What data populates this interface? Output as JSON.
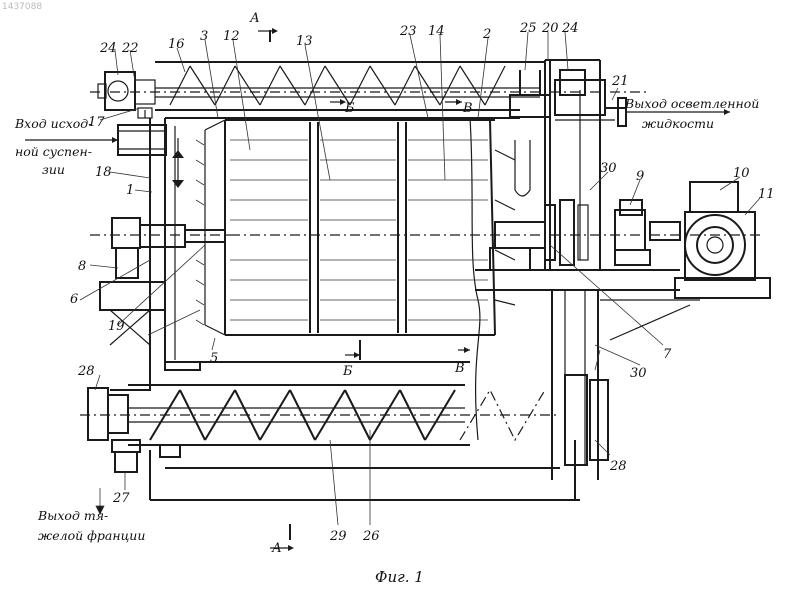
{
  "watermark": "1437088",
  "caption": "Фиг. 1",
  "inlet_label": {
    "line1": "Вход исход-",
    "line2": "ной суспен-",
    "line3": "зии"
  },
  "outlet_clear_label": {
    "line1": "Выход осветленной",
    "line2": "жидкости"
  },
  "outlet_heavy_label": {
    "line1": "Выход тя-",
    "line2": "желой франции"
  },
  "section_marks": {
    "a": "А",
    "b": "Б",
    "v": "В"
  },
  "numbers": {
    "n1": "1",
    "n2": "2",
    "n3": "3",
    "n5": "5",
    "n5b": "5",
    "n6": "6",
    "n7": "7",
    "n8": "8",
    "n9": "9",
    "n10": "10",
    "n11": "11",
    "n12": "12",
    "n13": "13",
    "n14": "14",
    "n16": "16",
    "n17": "17",
    "n18": "18",
    "n19": "19",
    "n20": "20",
    "n21": "21",
    "n22": "22",
    "n23": "23",
    "n24": "24",
    "n24b": "24",
    "n25": "25",
    "n26": "26",
    "n27": "27",
    "n28": "28",
    "n28b": "28",
    "n29": "29",
    "n30": "30",
    "n30b": "30"
  }
}
